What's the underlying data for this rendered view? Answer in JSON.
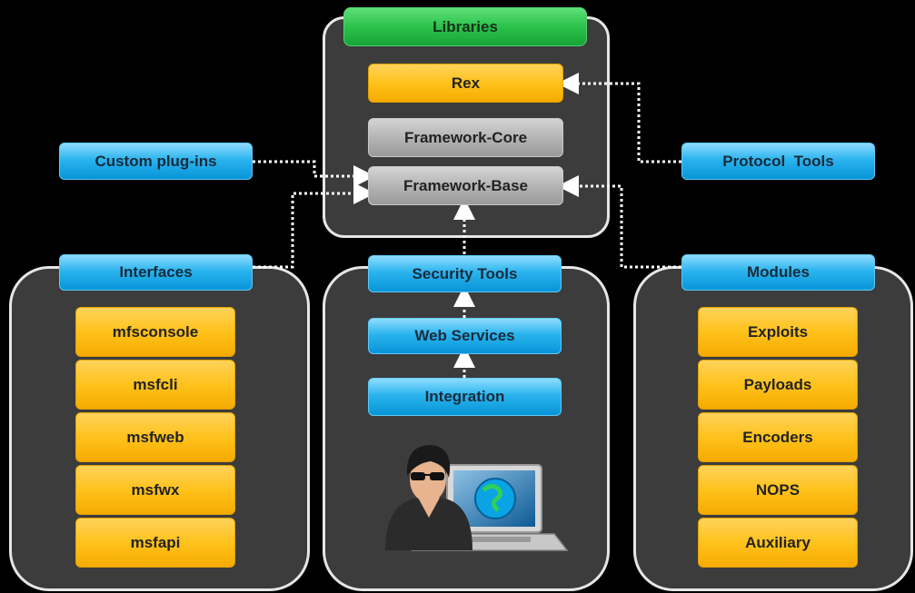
{
  "libraries": {
    "title": "Libraries",
    "rex": "Rex",
    "framework_core": "Framework-Core",
    "framework_base": "Framework-Base"
  },
  "left_side": {
    "custom_plugins": "Custom plug-ins"
  },
  "right_side": {
    "protocol_tools": "Protocol  Tools"
  },
  "interfaces": {
    "title": "Interfaces",
    "items": [
      "mfsconsole",
      "msfcli",
      "msfweb",
      "msfwx",
      "msfapi"
    ]
  },
  "center": {
    "security_tools": "Security Tools",
    "web_services": "Web Services",
    "integration": "Integration"
  },
  "modules": {
    "title": "Modules",
    "items": [
      "Exploits",
      "Payloads",
      "Encoders",
      "NOPS",
      "Auxiliary"
    ]
  },
  "colors": {
    "background": "#000000",
    "panel": "#3c3c3c",
    "blue": "#1aa8e8",
    "orange": "#ffbf1a",
    "gray": "#b0b0b0",
    "green": "#2cc24a"
  },
  "icons": [
    "user-sunglasses-icon",
    "laptop-globe-icon"
  ]
}
